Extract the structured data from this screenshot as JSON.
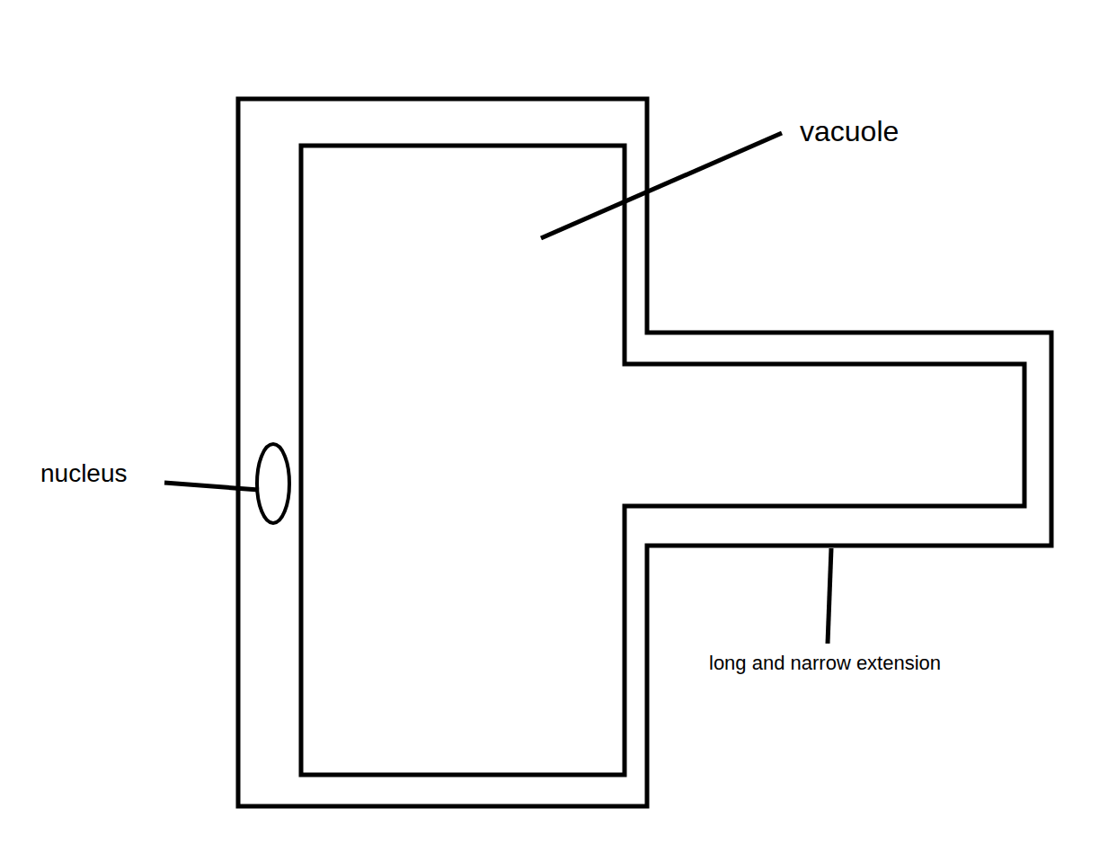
{
  "diagram": {
    "labels": [
      "vacuole",
      "nucleus",
      "long and narrow extension"
    ]
  }
}
